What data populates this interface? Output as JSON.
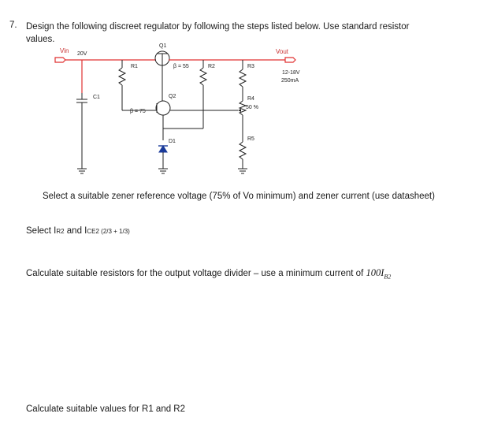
{
  "question": {
    "number": "7.",
    "line1": "Design the following discreet regulator by following the steps listed below.  Use standard resistor",
    "line2": "values."
  },
  "circuit": {
    "vin_label": "Vin",
    "vin_value": "20V",
    "vout_label": "Vout",
    "vout_range": "12-18V",
    "vout_current": "250mA",
    "q1_label": "Q1",
    "q1_beta": "β = 55",
    "q2_label": "Q2",
    "q2_beta": "β = 75",
    "r1_label": "R1",
    "r2_label": "R2",
    "r3_label": "R3",
    "r4_label": "R4",
    "r4_setting": "50 %",
    "r5_label": "R5",
    "c1_label": "C1",
    "d1_label": "D1"
  },
  "tasks": {
    "zener": "Select a suitable zener reference voltage (75% of Vo minimum) and zener current (use datasheet)",
    "select_prefix": "Select I",
    "select_sub1": "R2",
    "select_mid": " and I",
    "select_sub2": "CE2",
    "select_suffix": " (2/3 + 1/3)",
    "divider_text": "Calculate suitable resistors for the output voltage divider – use a minimum current of ",
    "divider_math": "100I",
    "divider_math_sub": "B2",
    "r1r2": "Calculate suitable values for R1 and R2"
  },
  "colors": {
    "wire_red": "#e03030",
    "wire_black": "#222222",
    "diode_blue": "#1a3a9a"
  }
}
